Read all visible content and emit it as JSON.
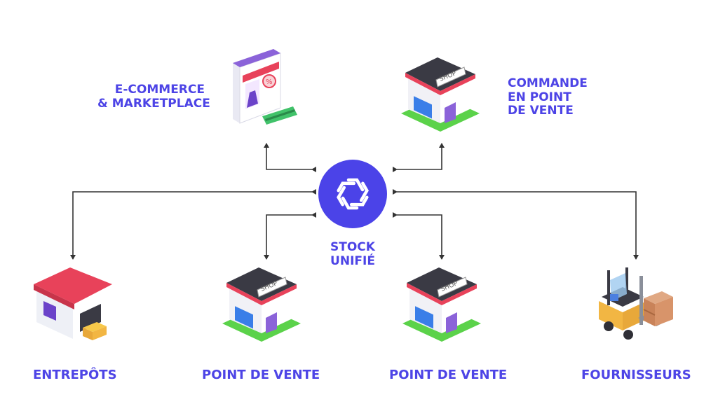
{
  "hub": {
    "label_line1": "STOCK",
    "label_line2": "UNIFIÉ",
    "icon": "asterisk-logo-icon",
    "color": "#4b43e8"
  },
  "nodes": {
    "ecommerce": {
      "line1": "E-COMMERCE",
      "line2": "& MARKETPLACE",
      "icon": "browser-shop-icon"
    },
    "commande": {
      "line1": "COMMANDE",
      "line2": "EN POINT",
      "line3": "DE VENTE",
      "icon": "shop-icon",
      "sign": "SHOP"
    },
    "entrepots": {
      "label": "ENTREPÔTS",
      "icon": "warehouse-icon"
    },
    "pdv1": {
      "label": "POINT DE VENTE",
      "icon": "shop-icon",
      "sign": "SHOP"
    },
    "pdv2": {
      "label": "POINT DE VENTE",
      "icon": "shop-icon",
      "sign": "SHOP"
    },
    "fournisseurs": {
      "label": "FOURNISSEURS",
      "icon": "forklift-icon"
    }
  },
  "colors": {
    "label": "#4d44e6",
    "arrow": "#333333",
    "roof": "#e8425a",
    "grass": "#5bd24a"
  }
}
